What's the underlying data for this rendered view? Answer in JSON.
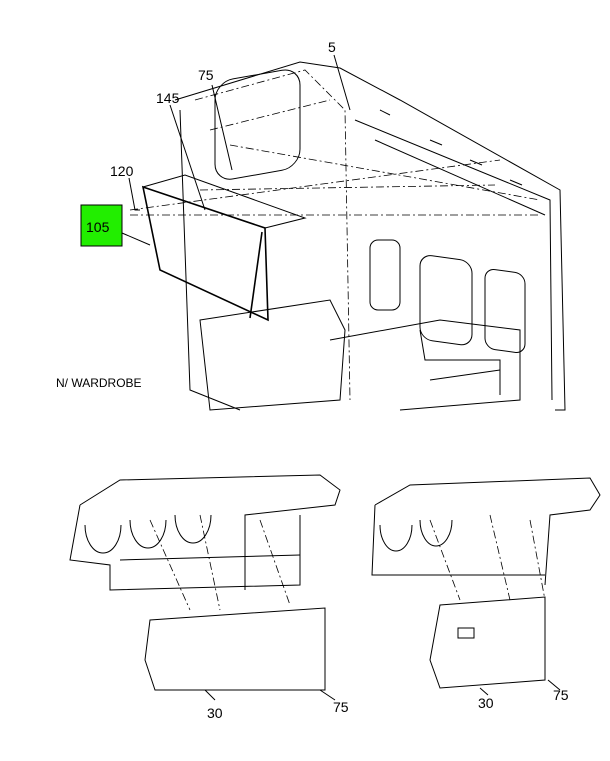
{
  "top_view": {
    "callouts": [
      "5",
      "75",
      "145",
      "120",
      "105"
    ],
    "highlighted_callout": "105",
    "note": "N/ WARDROBE",
    "highlight_color": "#22ee00"
  },
  "bottom_left_view": {
    "callouts": [
      "30",
      "75"
    ]
  },
  "bottom_right_view": {
    "callouts": [
      "30",
      "75"
    ]
  }
}
